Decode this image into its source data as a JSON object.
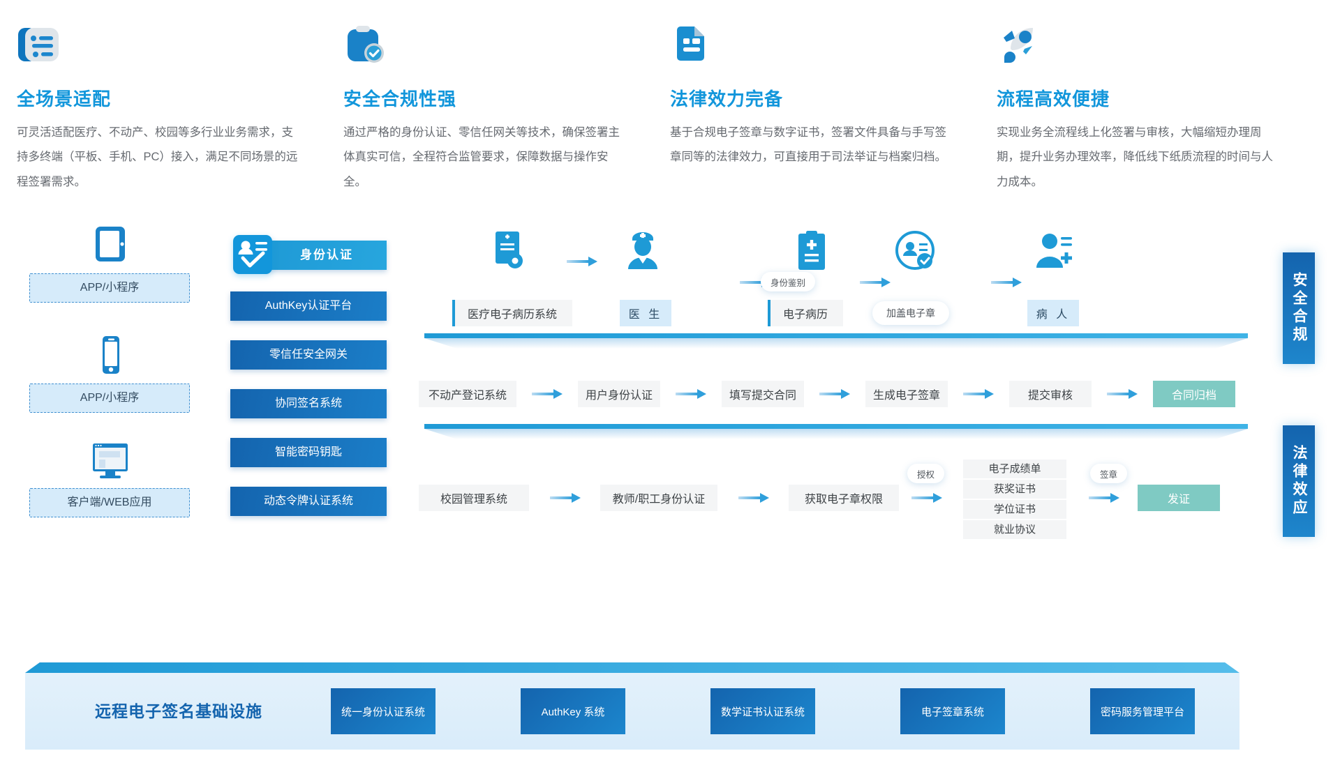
{
  "features": [
    {
      "icon": "list-card-icon",
      "title": "全场景适配",
      "desc": "可灵活适配医疗、不动产、校园等多行业业务需求，支持多终端（平板、手机、PC）接入，满足不同场景的远程签署需求。"
    },
    {
      "icon": "clipboard-check-icon",
      "title": "安全合规性强",
      "desc": "通过严格的身份认证、零信任网关等技术，确保签署主体真实可信，全程符合监管要求，保障数据与操作安全。"
    },
    {
      "icon": "document-icon",
      "title": "法律效力完备",
      "desc": "基于合规电子签章与数字证书，签署文件具备与手写签章同等的法律效力，可直接用于司法举证与档案归档。"
    },
    {
      "icon": "rocket-icon",
      "title": "流程高效便捷",
      "desc": "实现业务全流程线上化签署与审核，大幅缩短办理周期，提升业务办理效率，降低线下纸质流程的时间与人力成本。"
    }
  ],
  "devices": [
    {
      "icon": "tablet-icon",
      "label": "APP/小程序"
    },
    {
      "icon": "phone-icon",
      "label": "APP/小程序"
    },
    {
      "icon": "desktop-icon",
      "label": "客户端/WEB应用"
    }
  ],
  "systems": {
    "primary": {
      "icon": "id-card-check-icon",
      "label": "身份认证"
    },
    "items": [
      "AuthKey认证平台",
      "零信任安全网关",
      "协同签名系统",
      "智能密码钥匙",
      "动态令牌认证系统"
    ]
  },
  "workflows": {
    "medical": {
      "nodes": [
        {
          "icon": "medical-record-icon",
          "label": "医疗电子病历系统",
          "style": "bar"
        },
        {
          "icon": "doctor-icon",
          "label": "医  生",
          "style": "lightblue"
        },
        {
          "icon": "clipboard-icon",
          "label": "电子病历",
          "style": "bar"
        },
        {
          "icon": "id-verify-icon",
          "label": "加盖电子章",
          "style": "pill"
        },
        {
          "icon": "patient-icon",
          "label": "病  人",
          "style": "lightblue"
        }
      ],
      "inline_pill": "身份鉴别"
    },
    "realestate": {
      "nodes": [
        "不动产登记系统",
        "用户身份认证",
        "填写提交合同",
        "生成电子签章",
        "提交审核",
        "合同归档"
      ],
      "final_style": "teal"
    },
    "campus": {
      "nodes": [
        "校园管理系统",
        "教师/职工身份认证",
        "获取电子章权限"
      ],
      "auth_pill": "授权",
      "sign_pill": "签章",
      "certificates": [
        "电子成绩单",
        "获奖证书",
        "学位证书",
        "就业协议"
      ],
      "final": "发证"
    }
  },
  "side_badges": [
    "安全合规",
    "法律效应"
  ],
  "infrastructure": {
    "title": "远程电子签名基础设施",
    "items": [
      "统一身份认证系统",
      "AuthKey 系统",
      "数学证书认证系统",
      "电子签章系统",
      "密码服务管理平台"
    ]
  },
  "colors": {
    "brand": "#1296db",
    "deep_blue": "#1464ae",
    "teal": "#7fcac3",
    "light_blue": "#d6ebfa"
  }
}
